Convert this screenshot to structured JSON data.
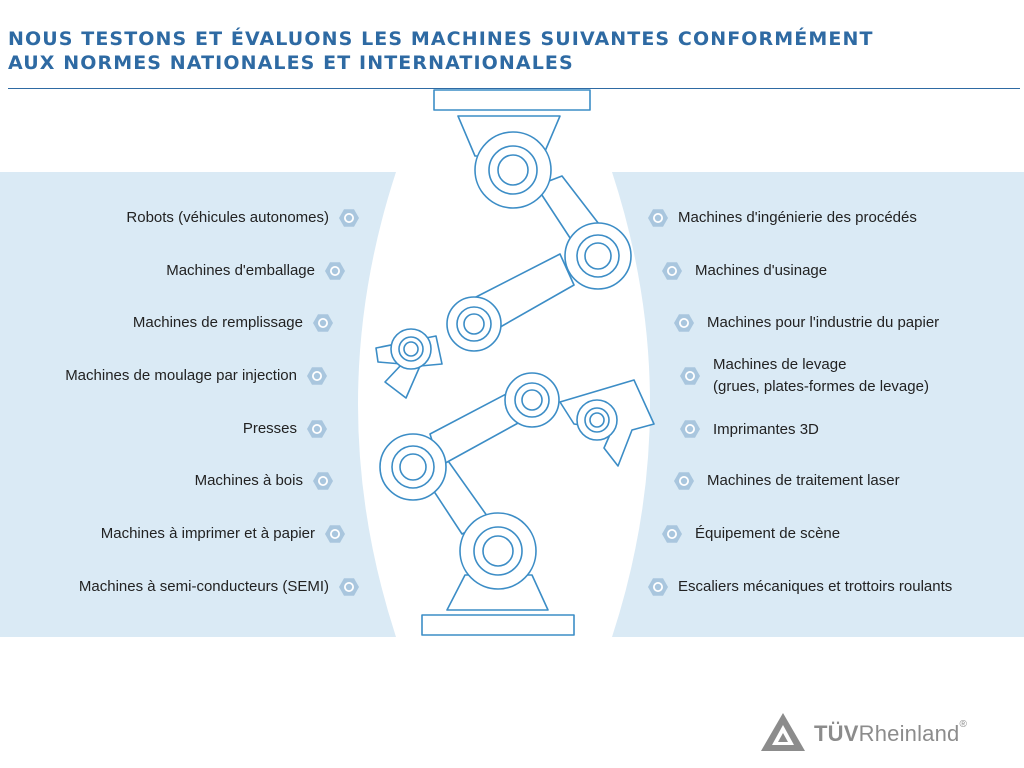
{
  "title": {
    "line1": "Nous testons et évaluons les machines suivantes conformément",
    "line2": "aux normes nationales et internationales"
  },
  "left_items": [
    {
      "label": "Robots (véhicules autonomes)"
    },
    {
      "label": "Machines d'emballage"
    },
    {
      "label": "Machines de remplissage"
    },
    {
      "label": "Machines de moulage par injection"
    },
    {
      "label": "Presses"
    },
    {
      "label": "Machines à bois"
    },
    {
      "label": "Machines à imprimer et à papier"
    },
    {
      "label": "Machines à semi-conducteurs (SEMI)"
    }
  ],
  "right_items": [
    {
      "label": "Machines d'ingénierie des procédés"
    },
    {
      "label": "Machines d'usinage"
    },
    {
      "label": "Machines pour l'industrie du papier"
    },
    {
      "label": "Machines de levage",
      "sub": "(grues, plates-formes de levage)"
    },
    {
      "label": "Imprimantes 3D"
    },
    {
      "label": "Machines de traitement laser"
    },
    {
      "label": "Équipement de scène"
    },
    {
      "label": "Escaliers mécaniques et trottoirs roulants"
    }
  ],
  "logo": {
    "brand_bold": "TÜV",
    "brand_regular": "Rheinland",
    "registered": "®"
  },
  "colors": {
    "title": "#2e6aa3",
    "panel": "#daeaf5",
    "robot_stroke": "#3c8dc6",
    "nut": "#a9c6de",
    "logo": "#8c8c8c"
  }
}
